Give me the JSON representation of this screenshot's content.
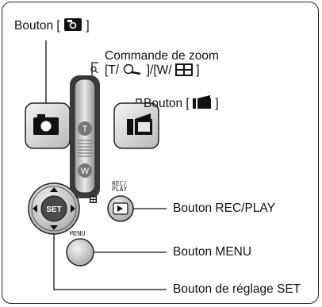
{
  "labels": {
    "photo_button_prefix": "Bouton [",
    "photo_button_suffix": "]",
    "zoom_line1": "Commande de zoom",
    "zoom_line2_a": "[T/",
    "zoom_line2_b": "]/[W/",
    "zoom_line2_c": "]",
    "video_button_prefix": "Bouton [",
    "video_button_suffix": "]",
    "rec_play": "Bouton REC/PLAY",
    "menu": "Bouton MENU",
    "set": "Bouton de réglage SET"
  },
  "button_texts": {
    "zoom_t": "T",
    "zoom_w": "W",
    "rec_play_small_1": "REC/",
    "rec_play_small_2": "PLAY",
    "menu_small": "MENU",
    "set_center": "SET"
  },
  "colors": {
    "line": "#111111",
    "button_dark": "#2a2a2a",
    "button_light": "#e6e6e6"
  }
}
